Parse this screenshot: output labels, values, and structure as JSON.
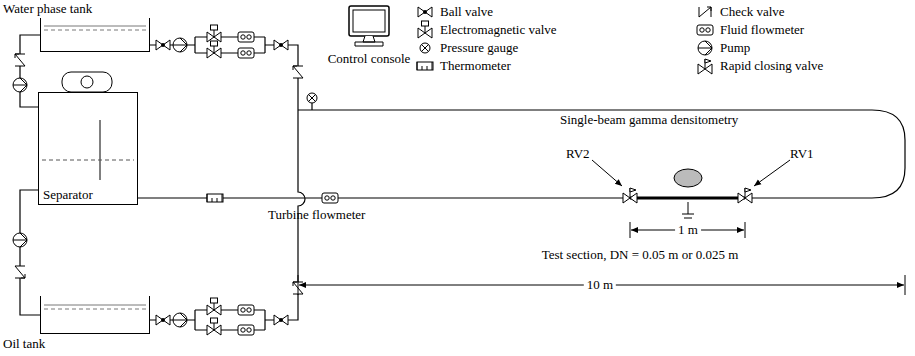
{
  "diagram": {
    "nodes": [
      {
        "text": [
          "Water phase tank"
        ]
      },
      {
        "text": [
          "Separator"
        ]
      },
      {
        "text": [
          "Oil tank"
        ]
      },
      {
        "text": [
          "Control console"
        ]
      }
    ],
    "edges": [
      {
        "from": 1,
        "to": 0,
        "arrow": "none"
      },
      {
        "from": 1,
        "to": 2,
        "arrow": "none"
      }
    ],
    "labels": [
      "Single-beam gamma densitometry",
      "RV2",
      "RV1",
      "1 m",
      "Turbine flowmeter",
      "Test section, DN = 0.05 m or 0.025 m",
      "10 m"
    ],
    "legend": [
      {
        "text": "Ball valve"
      },
      {
        "text": "Check valve"
      },
      {
        "text": "Electromagnetic valve"
      },
      {
        "text": "Fluid flowmeter"
      },
      {
        "text": "Pressure gauge"
      },
      {
        "text": "Pump"
      },
      {
        "text": "Thermometer"
      },
      {
        "text": "Rapid closing valve"
      }
    ]
  }
}
